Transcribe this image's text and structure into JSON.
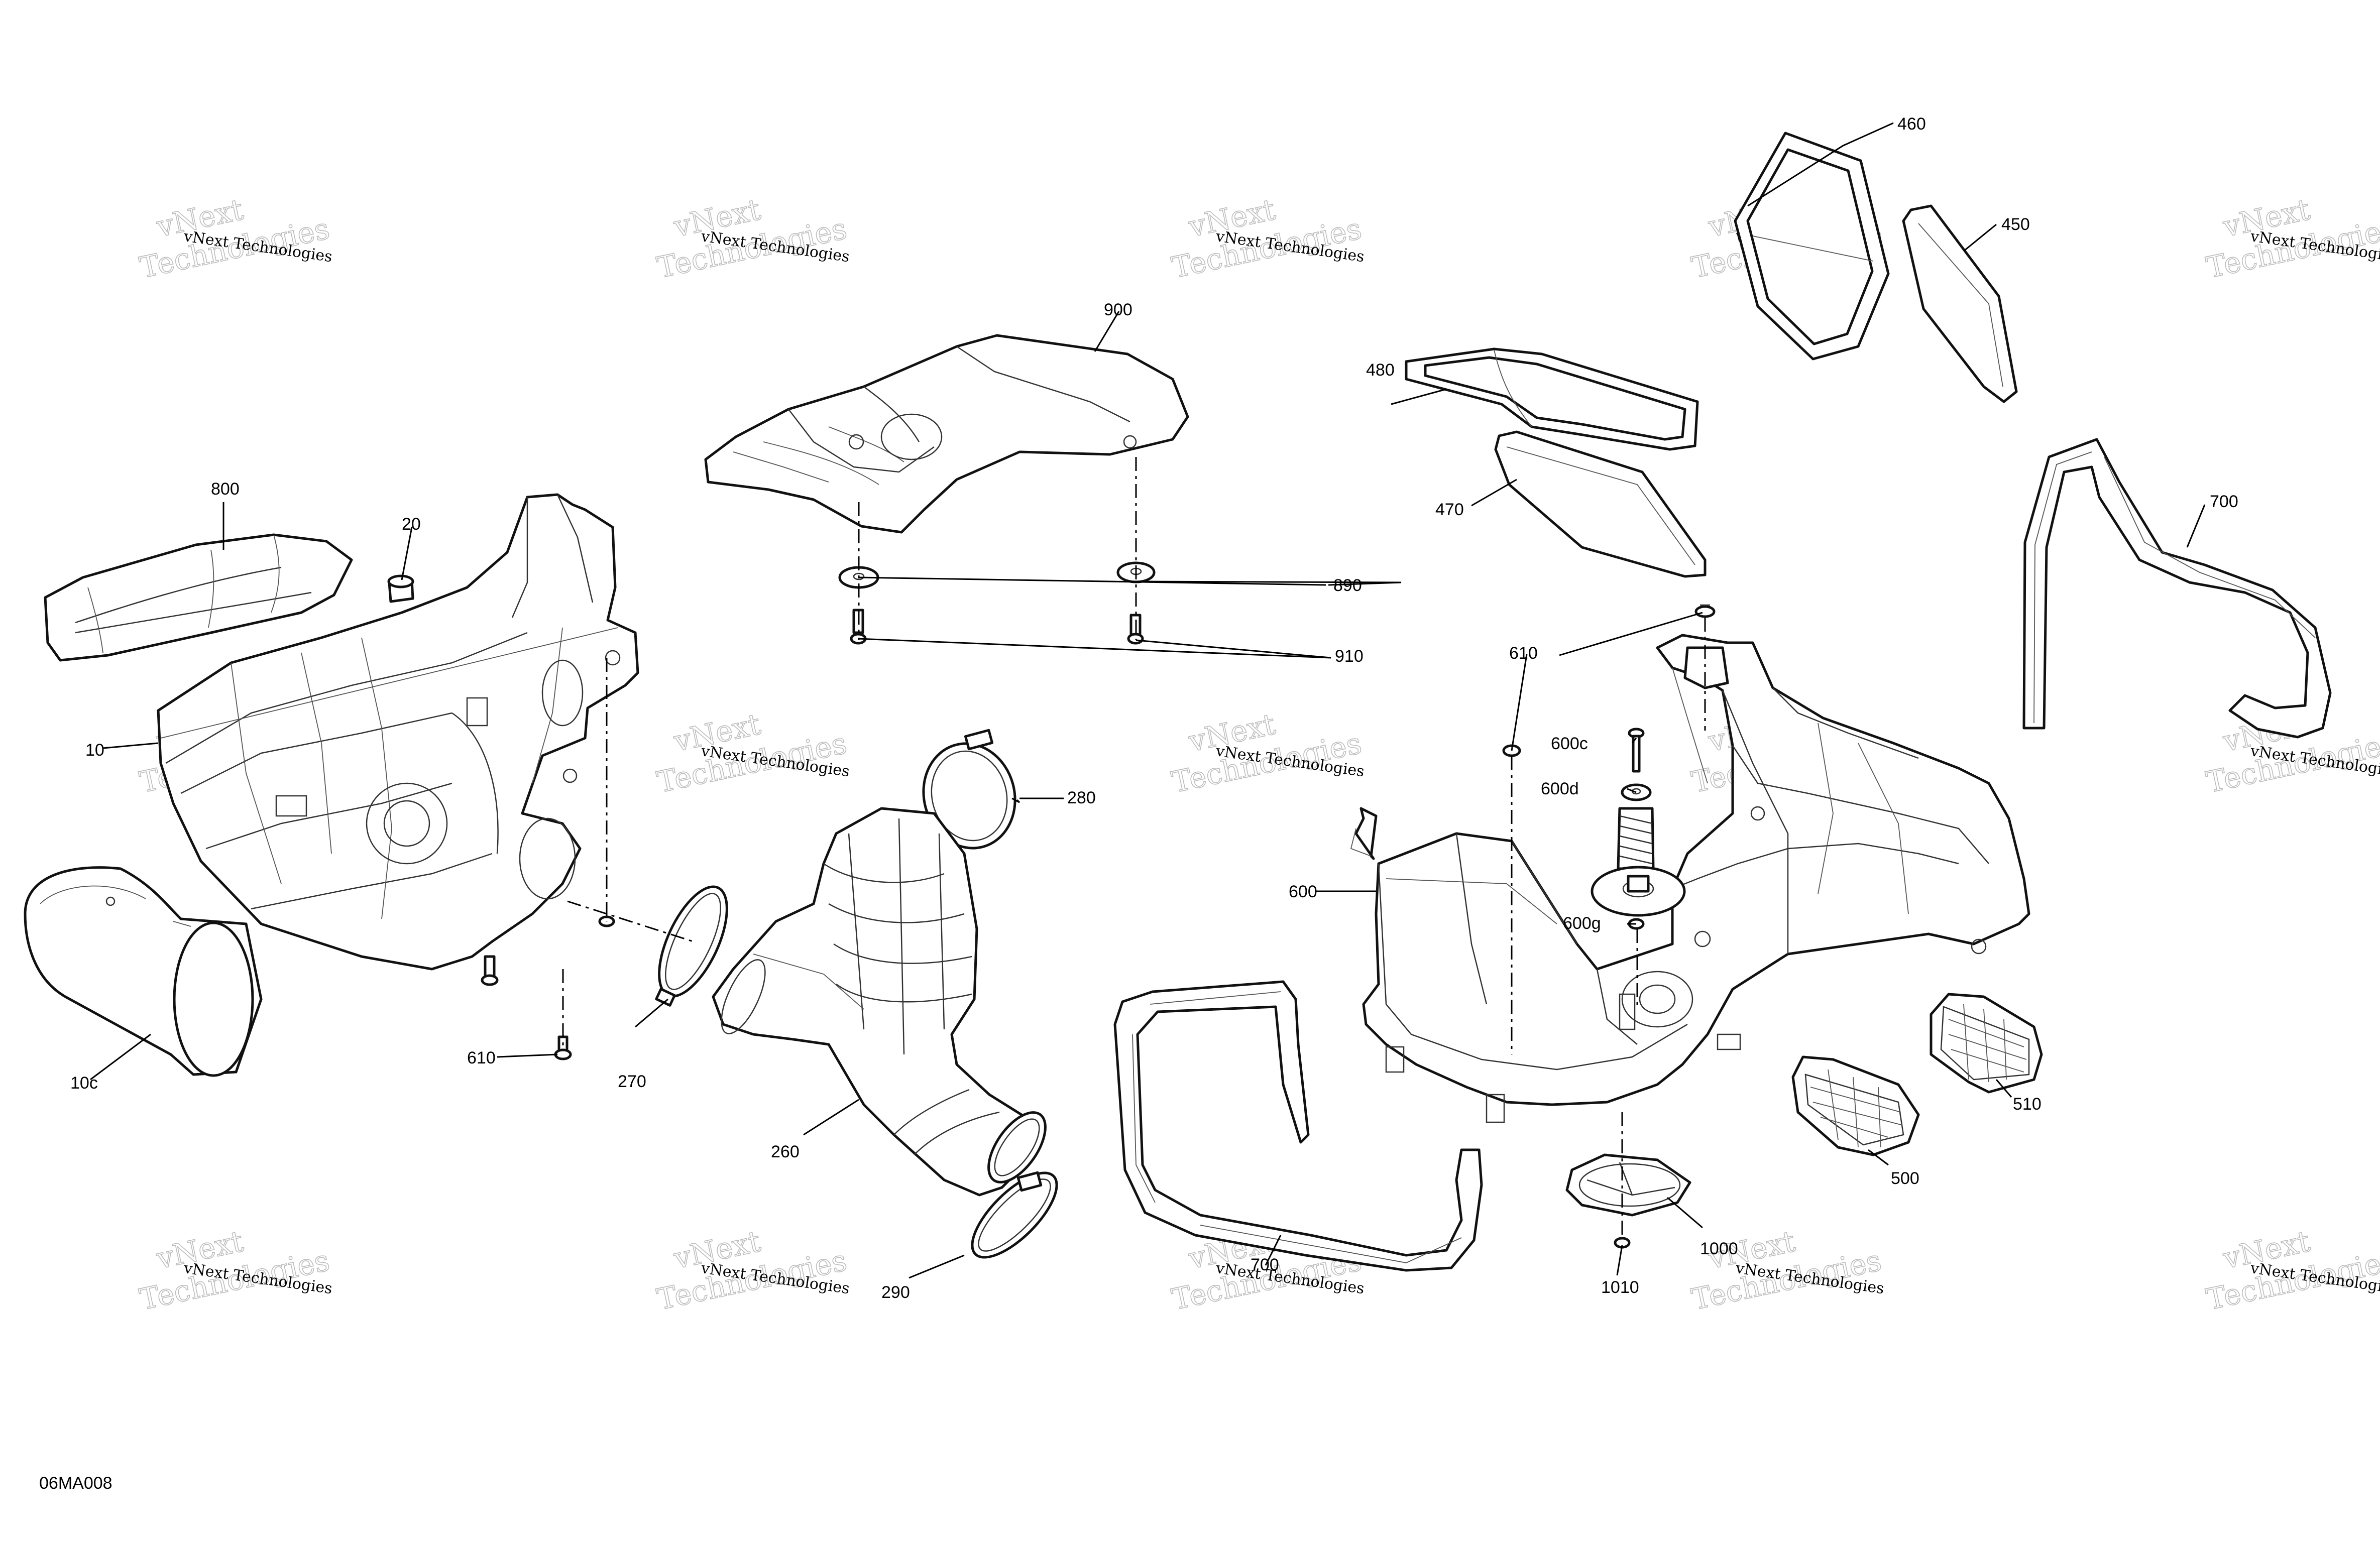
{
  "diagram_code": "06MA008",
  "watermark": {
    "small_text": "vNext Technologies",
    "big_line1": "vNext",
    "big_line2": "Technologies"
  },
  "callouts": [
    {
      "id": "lbl-460",
      "text": "460"
    },
    {
      "id": "lbl-450",
      "text": "450"
    },
    {
      "id": "lbl-900",
      "text": "900"
    },
    {
      "id": "lbl-480",
      "text": "480"
    },
    {
      "id": "lbl-470",
      "text": "470"
    },
    {
      "id": "lbl-700a",
      "text": "700"
    },
    {
      "id": "lbl-800",
      "text": "800"
    },
    {
      "id": "lbl-20",
      "text": "20"
    },
    {
      "id": "lbl-890",
      "text": "890"
    },
    {
      "id": "lbl-910",
      "text": "910"
    },
    {
      "id": "lbl-610a",
      "text": "610"
    },
    {
      "id": "lbl-10",
      "text": "10"
    },
    {
      "id": "lbl-600c",
      "text": "600c"
    },
    {
      "id": "lbl-600d",
      "text": "600d"
    },
    {
      "id": "lbl-280",
      "text": "280"
    },
    {
      "id": "lbl-600",
      "text": "600"
    },
    {
      "id": "lbl-600g",
      "text": "600g"
    },
    {
      "id": "lbl-610b",
      "text": "610"
    },
    {
      "id": "lbl-270",
      "text": "270"
    },
    {
      "id": "lbl-10c",
      "text": "10c"
    },
    {
      "id": "lbl-510",
      "text": "510"
    },
    {
      "id": "lbl-260",
      "text": "260"
    },
    {
      "id": "lbl-500",
      "text": "500"
    },
    {
      "id": "lbl-1000",
      "text": "1000"
    },
    {
      "id": "lbl-700b",
      "text": "700"
    },
    {
      "id": "lbl-290",
      "text": "290"
    },
    {
      "id": "lbl-1010",
      "text": "1010"
    }
  ]
}
